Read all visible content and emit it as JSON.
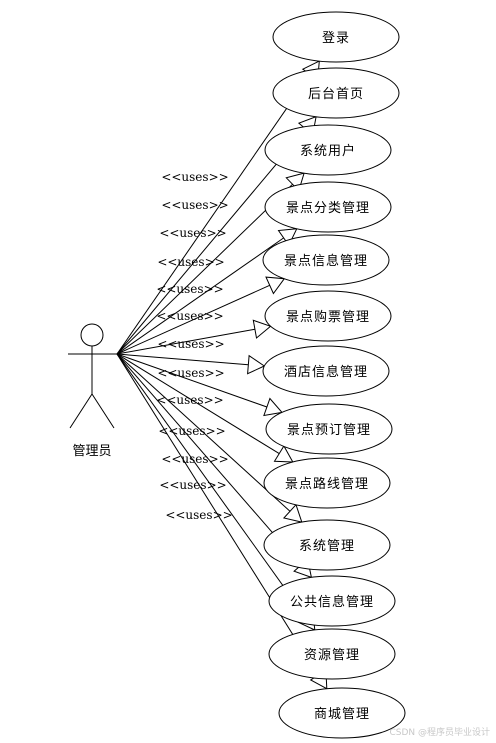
{
  "actor": {
    "name": "管理员"
  },
  "uses_label": "<<uses>>",
  "use_cases": [
    "登录",
    "后台首页",
    "系统用户",
    "景点分类管理",
    "景点信息管理",
    "景点购票管理",
    "酒店信息管理",
    "景点预订管理",
    "景点路线管理",
    "系统管理",
    "公共信息管理",
    "资源管理",
    "商城管理"
  ],
  "watermark": "CSDN @程序员毕业设计"
}
